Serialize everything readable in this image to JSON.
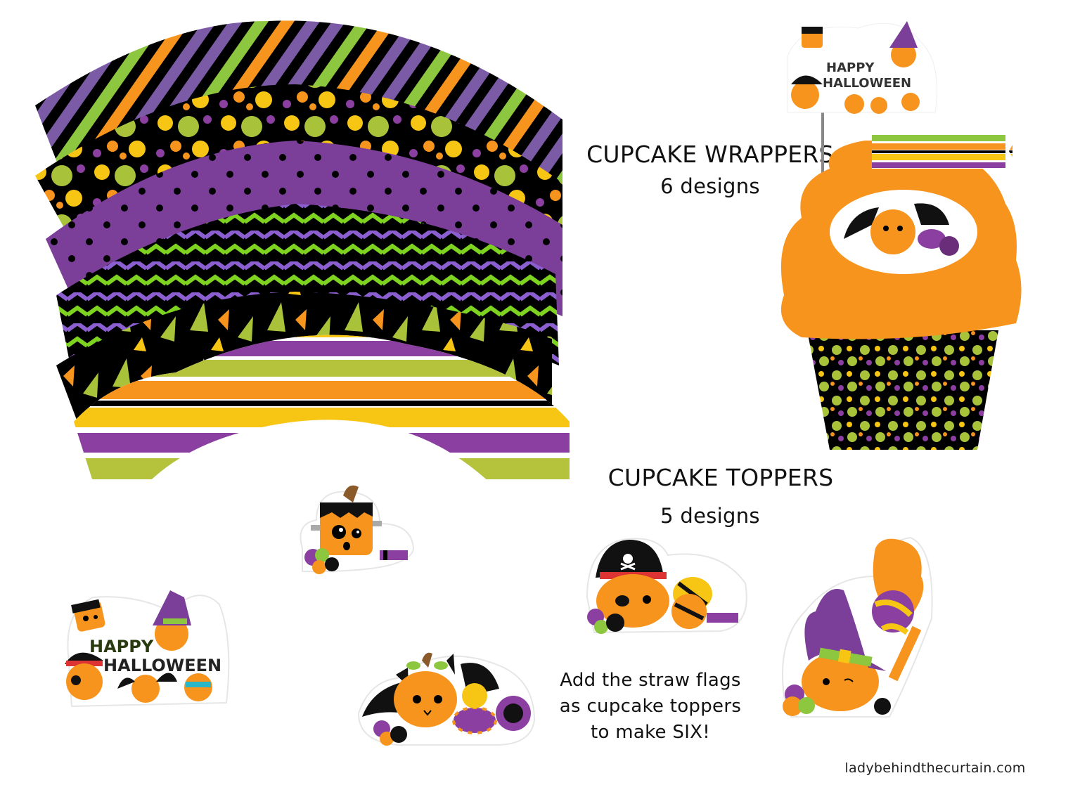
{
  "sections": {
    "wrappers": {
      "heading": "CUPCAKE WRAPPERS",
      "subheading": "6 designs",
      "designs": [
        {
          "name": "diagonal-stripes",
          "colors": [
            "#000000",
            "#7b5ba6",
            "#8dc63f",
            "#f7941d"
          ]
        },
        {
          "name": "bubble-dots",
          "colors": [
            "#000000",
            "#f7c614",
            "#a8c23a",
            "#f7941d",
            "#8b3fa0"
          ]
        },
        {
          "name": "purple-polka-dots",
          "colors": [
            "#7b3f99",
            "#000000"
          ]
        },
        {
          "name": "chevron",
          "colors": [
            "#000000",
            "#8b5fcf",
            "#7ed321"
          ]
        },
        {
          "name": "candy-corn-triangles",
          "colors": [
            "#000000",
            "#a8c23a",
            "#f7941d",
            "#f7c614",
            "#8b3fa0"
          ]
        },
        {
          "name": "horizontal-stripes",
          "colors": [
            "#f7c614",
            "#8b3fa0",
            "#b5c33c",
            "#f7941d",
            "#000000",
            "#ffffff"
          ]
        }
      ]
    },
    "toppers": {
      "heading": "CUPCAKE TOPPERS",
      "subheading": "5 designs",
      "designs": [
        {
          "name": "happy-halloween",
          "text_line1": "HAPPY",
          "text_line2": "HALLOWEEN"
        },
        {
          "name": "frankenstein-pumpkin"
        },
        {
          "name": "pirate-pumpkin"
        },
        {
          "name": "bat-pumpkin"
        },
        {
          "name": "witch-pumpkin"
        }
      ]
    },
    "note": {
      "line1": "Add the straw flags",
      "line2": "as cupcake toppers",
      "line3": "to make SIX!"
    }
  },
  "example_cupcake": {
    "topper_text_line1": "HAPPY",
    "topper_text_line2": "HALLOWEEN",
    "frosting_color": "#f7941d",
    "flag_colors": [
      "#8dc63f",
      "#f7941d",
      "#000000",
      "#f7c614",
      "#8b3fa0"
    ]
  },
  "credit": "ladybehindthecurtain.com",
  "palette": {
    "orange": "#f7941d",
    "purple": "#7b3f99",
    "green": "#8dc63f",
    "yellow": "#f7c614",
    "black": "#000000"
  }
}
